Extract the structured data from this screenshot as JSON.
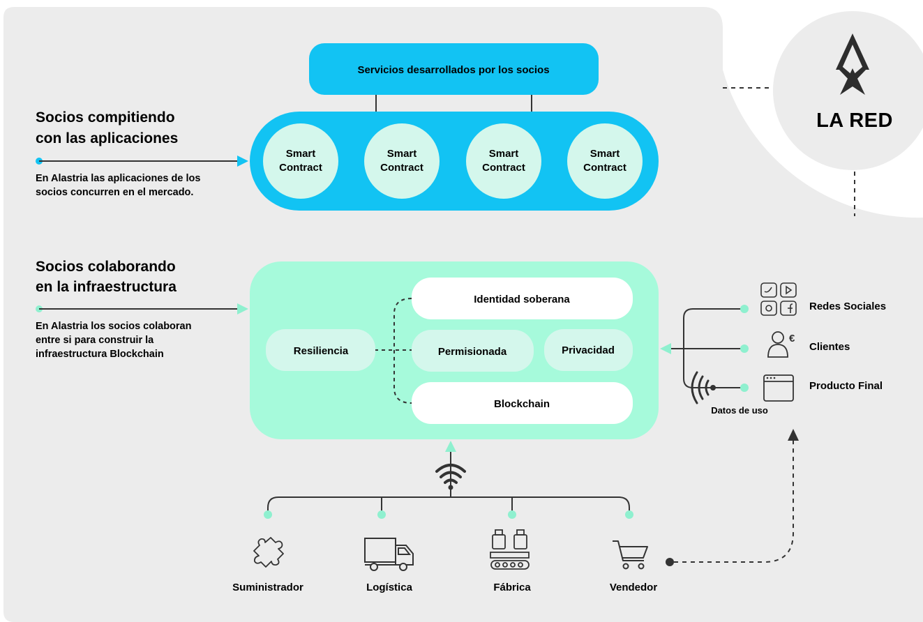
{
  "network": {
    "title": "LA RED"
  },
  "top_section": {
    "title_line1": "Socios compitiendo",
    "title_line2": "con las aplicaciones",
    "description_line1": "En Alastria las aplicaciones de los",
    "description_line2": "socios concurren en el mercado.",
    "services_label": "Servicios desarrollados por los socios",
    "smart_contracts": [
      {
        "line1": "Smart",
        "line2": "Contract"
      },
      {
        "line1": "Smart",
        "line2": "Contract"
      },
      {
        "line1": "Smart",
        "line2": "Contract"
      },
      {
        "line1": "Smart",
        "line2": "Contract"
      }
    ]
  },
  "middle_section": {
    "title_line1": "Socios colaborando",
    "title_line2": "en la infraestructura",
    "description_line1": "En Alastria los socios colaboran",
    "description_line2": "entre si para construir la",
    "description_line3": "infraestructura Blockchain",
    "resilience": "Resiliencia",
    "identity": "Identidad soberana",
    "permissioned": "Permisionada",
    "privacy": "Privacidad",
    "blockchain": "Blockchain"
  },
  "data_sources": {
    "usage_label": "Datos de uso",
    "items": [
      {
        "label": "Redes Sociales",
        "icon": "social-media-icon"
      },
      {
        "label": "Clientes",
        "icon": "customer-icon"
      },
      {
        "label": "Producto Final",
        "icon": "browser-window-icon"
      }
    ]
  },
  "supply_chain": {
    "items": [
      {
        "label": "Suministrador",
        "icon": "puzzle-icon"
      },
      {
        "label": "Logística",
        "icon": "truck-icon"
      },
      {
        "label": "Fábrica",
        "icon": "factory-icon"
      },
      {
        "label": "Vendedor",
        "icon": "shopping-cart-icon"
      }
    ]
  },
  "colors": {
    "background": "#ececec",
    "blue": "#12c3f3",
    "blue_light": "#d4f7ec",
    "green": "#a6fadb",
    "green_dot": "#8ff0cf",
    "dark": "#333333"
  }
}
